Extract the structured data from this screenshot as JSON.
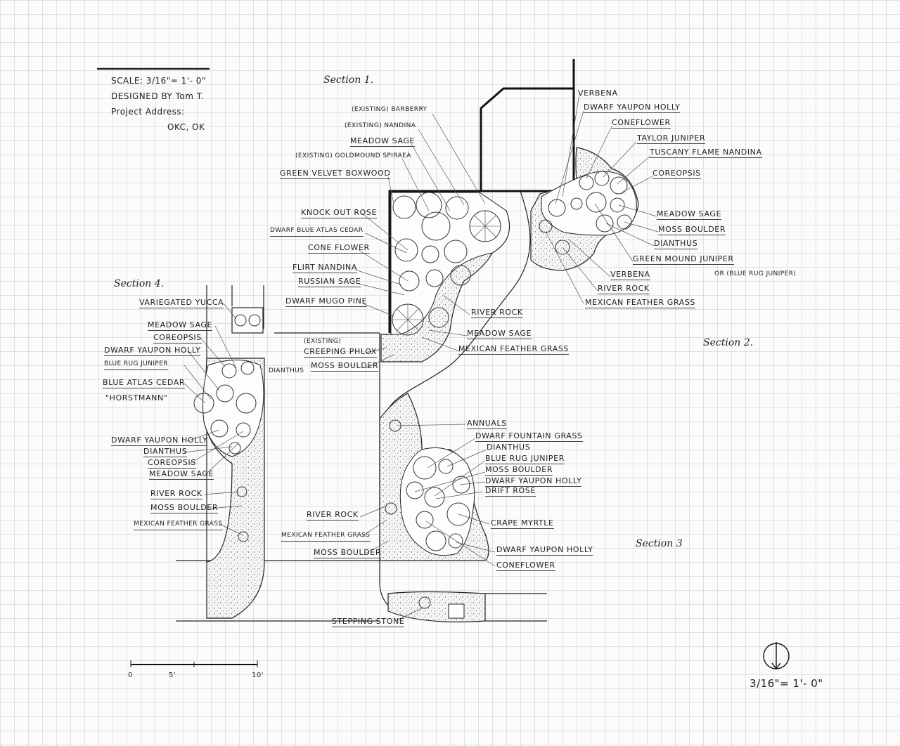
{
  "title_block": {
    "scale": "SCALE: 3/16\"= 1'- 0\"",
    "designed_by": "DESIGNED BY Tom T.",
    "project_address_label": "Project Address:",
    "project_address_value": "OKC, OK"
  },
  "sections": {
    "s1": "Section 1.",
    "s2": "Section 2.",
    "s3": "Section 3",
    "s4": "Section 4."
  },
  "section1_labels": [
    "(EXISTING) BARBERRY",
    "(EXISTING) NANDINA",
    "MEADOW SAGE",
    "(EXISTING) GOLDMOUND SPIRAEA",
    "GREEN VELVET BOXWOOD",
    "KNOCK OUT ROSE",
    "DWARF BLUE ATLAS CEDAR",
    "CONE FLOWER",
    "FLIRT NANDINA",
    "RUSSIAN SAGE",
    "DWARF MUGO PINE",
    "(EXISTING)",
    "CREEPING PHLOX",
    "MOSS BOULDER",
    "RIVER ROCK",
    "MEADOW SAGE",
    "MEXICAN FEATHER GRASS"
  ],
  "section2_labels": [
    "VERBENA",
    "DWARF YAUPON HOLLY",
    "CONEFLOWER",
    "TAYLOR JUNIPER",
    "TUSCANY FLAME NANDINA",
    "COREOPSIS",
    "MEADOW SAGE",
    "MOSS BOULDER",
    "DIANTHUS",
    "GREEN MOUND JUNIPER",
    "OR (BLUE RUG JUNIPER)",
    "VERBENA",
    "RIVER ROCK",
    "MEXICAN FEATHER GRASS"
  ],
  "section3_labels": [
    "ANNUALS",
    "DWARF FOUNTAIN GRASS",
    "DIANTHUS",
    "BLUE RUG JUNIPER",
    "MOSS BOULDER",
    "DWARF YAUPON HOLLY",
    "DRIFT ROSE",
    "CRAPE MYRTLE",
    "DWARF YAUPON HOLLY",
    "CONEFLOWER",
    "RIVER ROCK",
    "MEXICAN FEATHER GRASS",
    "MOSS BOULDER",
    "STEPPING STONE"
  ],
  "section4_labels": [
    "VARIEGATED YUCCA",
    "MEADOW SAGE",
    "COREOPSIS",
    "DWARF YAUPON HOLLY",
    "BLUE RUG JUNIPER",
    "DIANTHUS",
    "BLUE ATLAS CEDAR",
    "\"HORSTMANN\"",
    "DWARF YAUPON HOLLY",
    "DIANTHUS",
    "COREOPSIS",
    "MEADOW SAGE",
    "RIVER ROCK",
    "MOSS BOULDER",
    "MEXICAN FEATHER GRASS"
  ],
  "scale_bar": {
    "t0": "0",
    "t5": "5'",
    "t10": "10'"
  },
  "north_arrow": {
    "scale_text": "3/16\"= 1'- 0\"",
    "icon": "north-arrow-icon"
  },
  "colors": {
    "ink": "#222222",
    "grid": "#a0aab4",
    "paper": "#fbfbfb"
  }
}
